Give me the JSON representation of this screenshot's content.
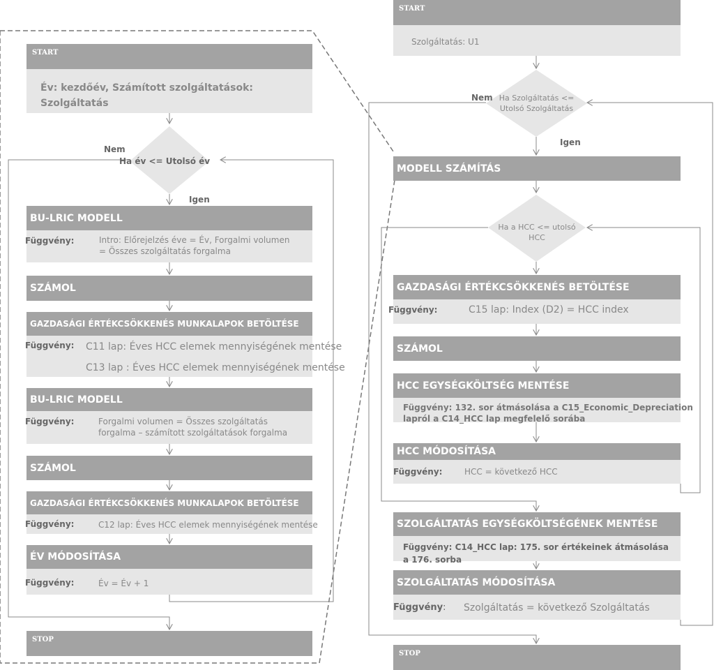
{
  "left": {
    "start": "START",
    "init_text_1": "Év: kezdőév,  Számított szolgáltatások:",
    "init_text_2": "Szolgáltatás",
    "decision": "Ha év  <=  Utolsó év",
    "no": "Nem",
    "yes": "Igen",
    "bu_lric_1": "BU-LRIC MODELL",
    "fuggveny": "Függvény:",
    "bu_lric_1_text_1": "Intro: Előrejelzés éve = Év,   Forgalmi volumen",
    "bu_lric_1_text_2": "= Összes szolgáltatás forgalma",
    "szamol": "SZÁMOL",
    "gazd_1": "GAZDASÁGI  ÉRTÉKCSÖKKENÉS MUNKALAPOK BETÖLTÉSE",
    "gazd_1_text_1": "C11 lap: Éves HCC elemek mennyiségének mentése",
    "gazd_1_text_2": "C13 lap : Éves HCC elemek mennyiségének mentése",
    "bu_lric_2": "BU-LRIC MODELL",
    "bu_lric_2_text_1": "Forgalmi volumen = Összes szolgáltatás",
    "bu_lric_2_text_2": "forgalma – számított szolgáltatások forgalma",
    "szamol_2": "SZÁMOL",
    "gazd_2": "GAZDASÁGI  ÉRTÉKCSÖKKENÉS MUNKALAPOK BETÖLTÉSE",
    "gazd_2_text": "C12 lap: Éves HCC elemek mennyiségének  mentése",
    "ev_mod": "ÉV MÓDOSÍTÁSA",
    "ev_mod_text": "Év = Év + 1",
    "stop": "STOP"
  },
  "right": {
    "start": "START",
    "init_text": "Szolgáltatás:  U1",
    "decision_1_line1": "Ha Szolgáltatás <=",
    "decision_1_line2": "Utolsó Szolgáltatás",
    "no": "Nem",
    "yes": "Igen",
    "modell": "MODELL SZÁMÍTÁS",
    "decision_2_line1": "Ha a HCC <=  utolsó",
    "decision_2_line2": "HCC",
    "gazd": "GAZDASÁGI ÉRTÉKCSÖKKENÉS BETÖLTÉSE",
    "fuggveny": "Függvény:",
    "gazd_text": "C15 lap: Index (D2) = HCC index",
    "szamol": "SZÁMOL",
    "hcc_ment": "HCC  EGYSÉGKÖLTSÉG MENTÉSE",
    "hcc_ment_text_1": "Függvény:   132. sor átmásolása a C15_Economic_Depreciation",
    "hcc_ment_text_2": "lapról  a  C14_HCC lap megfelelő sorába",
    "hcc_mod": "HCC MÓDOSÍTÁSA",
    "hcc_mod_text": "HCC =  következő HCC",
    "szolg_ment": "SZOLGÁLTATÁS  EGYSÉGKÖLTSÉGÉNEK MENTÉSE",
    "szolg_ment_text_1": "Függvény: C14_HCC lap: 175. sor értékeinek átmásolása",
    "szolg_ment_text_2": "a 176. sorba",
    "szolg_mod": "SZOLGÁLTATÁS MÓDOSÍTÁSA",
    "fuggveny_2": "Függvény",
    "fuggveny_2_colon": ":",
    "szolg_mod_text": "Szolgáltatás = következő Szolgáltatás",
    "stop": "STOP"
  }
}
